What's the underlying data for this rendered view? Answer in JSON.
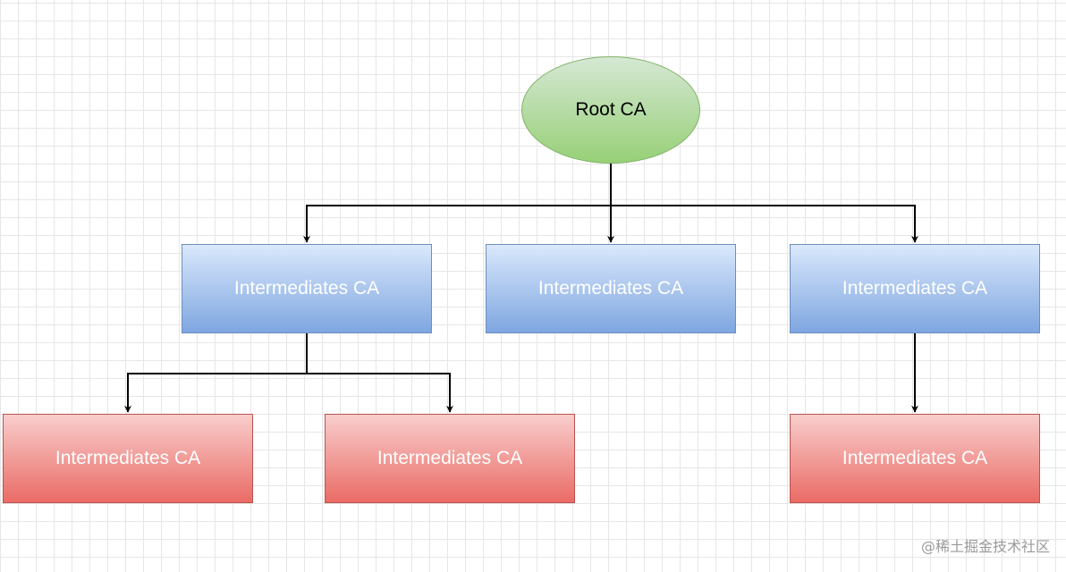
{
  "root": {
    "label": "Root CA",
    "fill": "#97d077",
    "stroke": "#82b366"
  },
  "intermediates": [
    {
      "label": "Intermediates CA",
      "color": "blue"
    },
    {
      "label": "Intermediates CA",
      "color": "blue"
    },
    {
      "label": "Intermediates CA",
      "color": "blue"
    }
  ],
  "leaves": [
    {
      "label": "Intermediates CA",
      "color": "red"
    },
    {
      "label": "Intermediates CA",
      "color": "red"
    },
    {
      "label": "Intermediates CA",
      "color": "red"
    }
  ],
  "colors": {
    "blue_fill": "#7ea6e0",
    "blue_stroke": "#6c8ebf",
    "red_fill": "#ea6b66",
    "red_stroke": "#b85450",
    "connector": "#000000"
  },
  "watermark": "@稀土掘金技术社区"
}
